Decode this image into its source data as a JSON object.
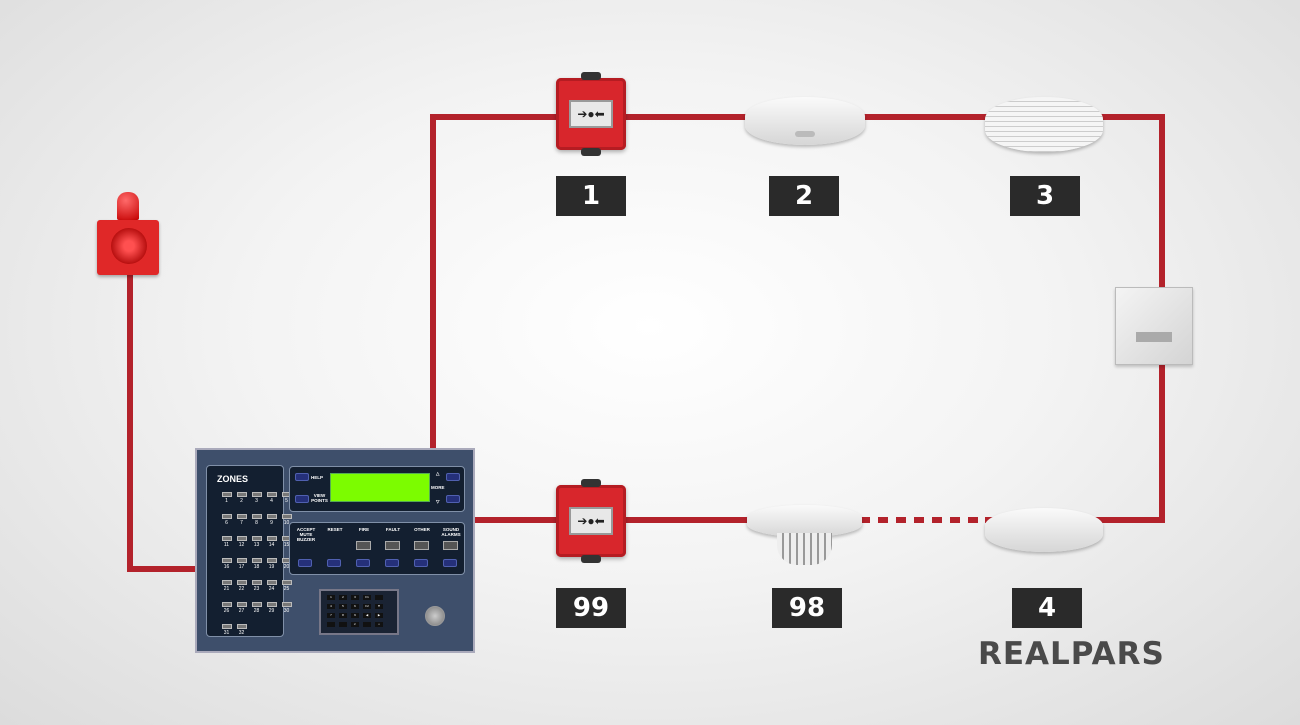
{
  "diagram": {
    "device_labels": {
      "d1": "1",
      "d2": "2",
      "d3": "3",
      "d4": "4",
      "d98": "98",
      "d99": "99"
    },
    "wire_color": "#b3222b",
    "label_color": "#2a2a2a"
  },
  "panel": {
    "zones_title": "ZONES",
    "zones": [
      "1",
      "2",
      "3",
      "4",
      "5",
      "6",
      "7",
      "8",
      "9",
      "10",
      "11",
      "12",
      "13",
      "14",
      "15",
      "16",
      "17",
      "18",
      "19",
      "20",
      "21",
      "22",
      "23",
      "24",
      "25",
      "26",
      "27",
      "28",
      "29",
      "30",
      "31",
      "32"
    ],
    "help": "HELP",
    "view_points": "VIEW POINTS",
    "more": "MORE",
    "display_color": "#7cfc00",
    "buttons": [
      "ACCEPT MUTE BUZZER",
      "RESET",
      "FIRE",
      "FAULT",
      "OTHER",
      "SOUND ALARMS"
    ],
    "keypad": [
      "1",
      "2",
      "3",
      "F1",
      "",
      "4",
      "5",
      "6",
      "F2",
      "▼",
      "7",
      "8",
      "9",
      "◀",
      "▶",
      "",
      "",
      "↵",
      "",
      "⌂"
    ]
  },
  "logo": {
    "text": "REALPARS"
  }
}
